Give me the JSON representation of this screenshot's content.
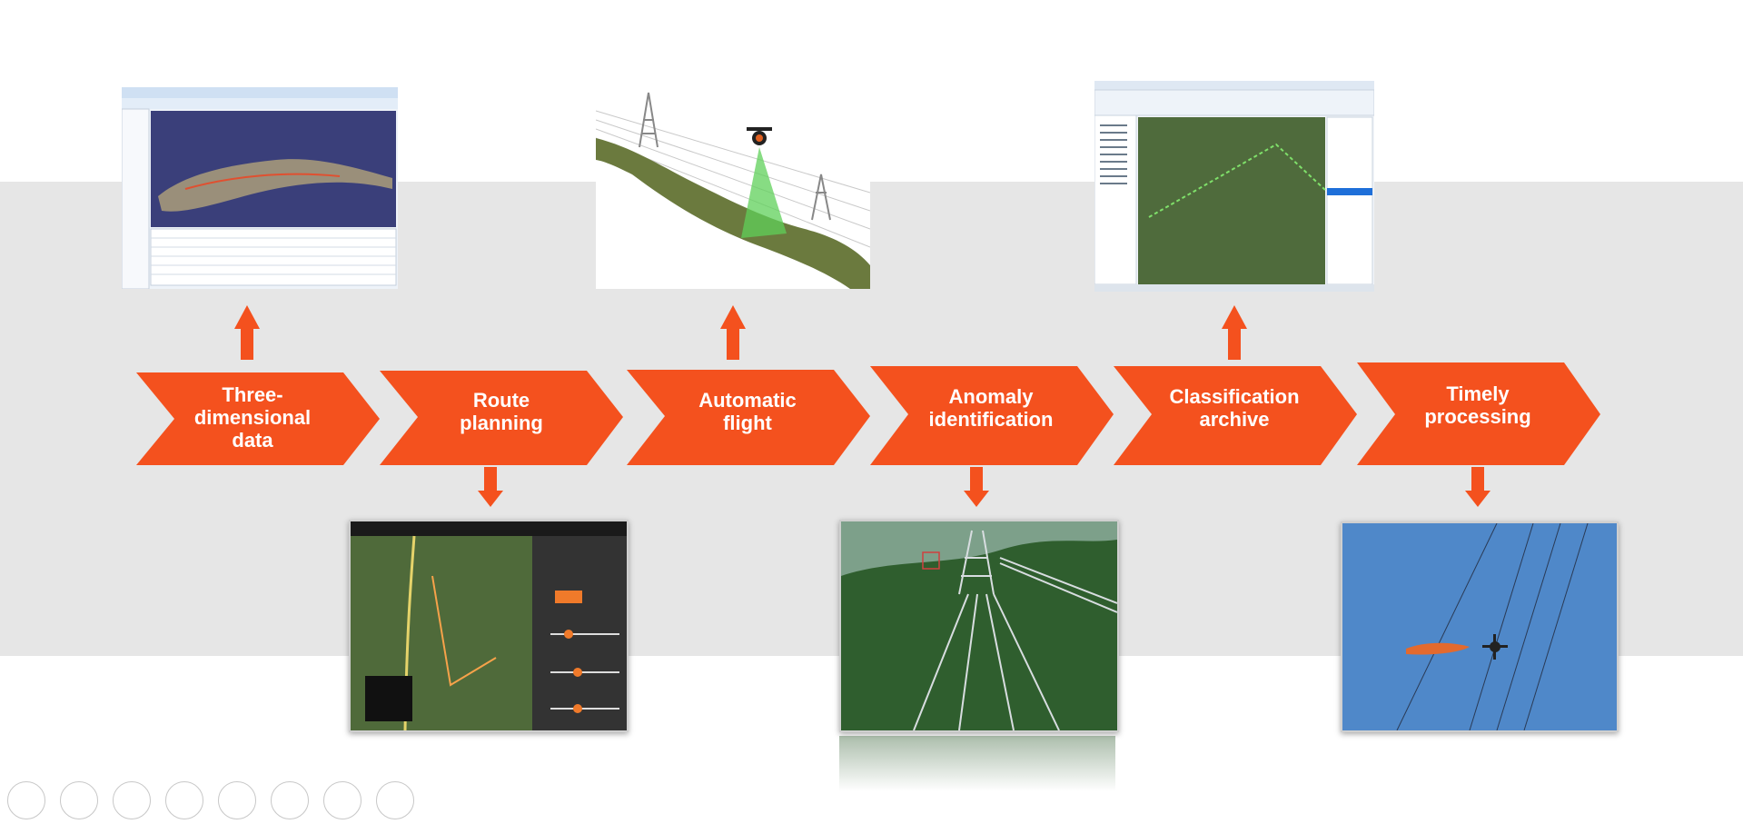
{
  "diagram": {
    "accent_color": "#F4511E",
    "band_color": "#E6E6E6",
    "steps": [
      {
        "label_lines": [
          "Three-",
          "dimensional",
          "data"
        ],
        "image_icon": "gis-3d-terrain-software-screenshot",
        "image_position": "above"
      },
      {
        "label_lines": [
          "Route",
          "planning"
        ],
        "image_icon": "drone-route-planning-app-screenshot",
        "image_position": "below"
      },
      {
        "label_lines": [
          "Automatic",
          "flight"
        ],
        "image_icon": "drone-scanning-power-line-illustration",
        "image_position": "above"
      },
      {
        "label_lines": [
          "Anomaly",
          "identification"
        ],
        "image_icon": "aerial-transmission-tower-photo",
        "image_position": "below"
      },
      {
        "label_lines": [
          "Classification",
          "archive"
        ],
        "image_icon": "satellite-map-archive-software-screenshot",
        "image_position": "above"
      },
      {
        "label_lines": [
          "Timely",
          "processing"
        ],
        "image_icon": "drone-removing-debris-from-line-photo",
        "image_position": "below"
      }
    ]
  }
}
